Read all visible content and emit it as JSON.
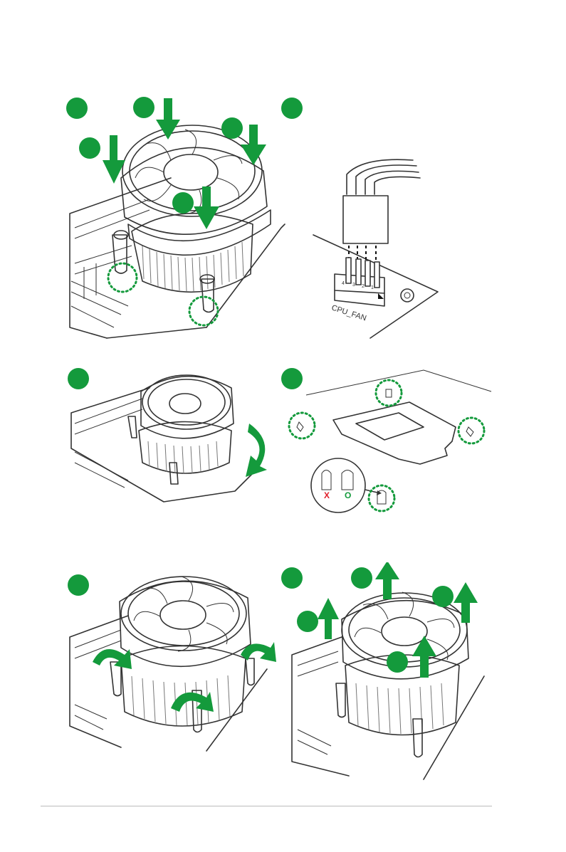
{
  "fan_header": {
    "label": "CPU_FAN",
    "pin_numbers": [
      "4",
      "3",
      "2",
      "1"
    ]
  },
  "push_pin_check": {
    "wrong_mark": "X",
    "right_mark": "O"
  },
  "colors": {
    "accent_green": "#149a3c",
    "wrong_red": "#e0202c",
    "line": "#333333"
  }
}
